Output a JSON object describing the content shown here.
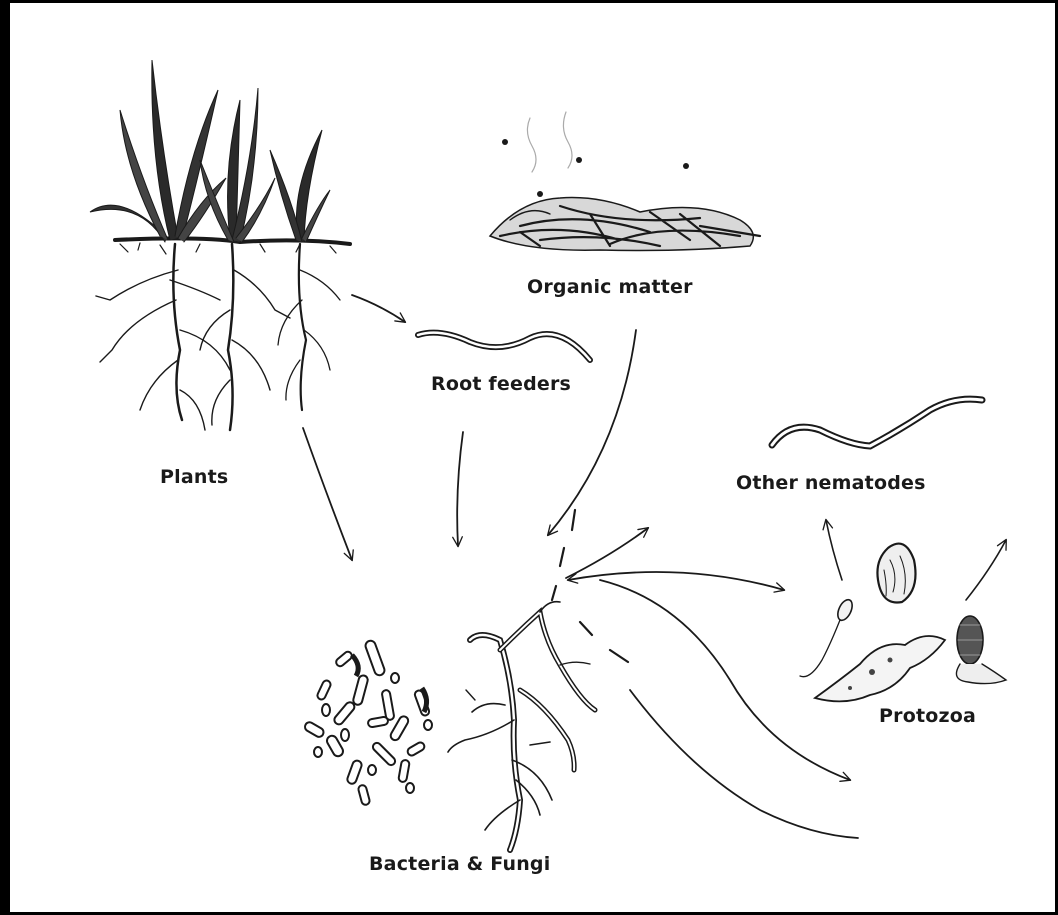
{
  "labels": {
    "plants": "Plants",
    "organic_matter": "Organic matter",
    "root_feeders": "Root feeders",
    "other_nematodes": "Other nematodes",
    "protozoa": "Protozoa",
    "bacteria_fungi": "Bacteria & Fungi"
  },
  "colors": {
    "ink": "#1a1a1a",
    "background": "#ffffff"
  }
}
